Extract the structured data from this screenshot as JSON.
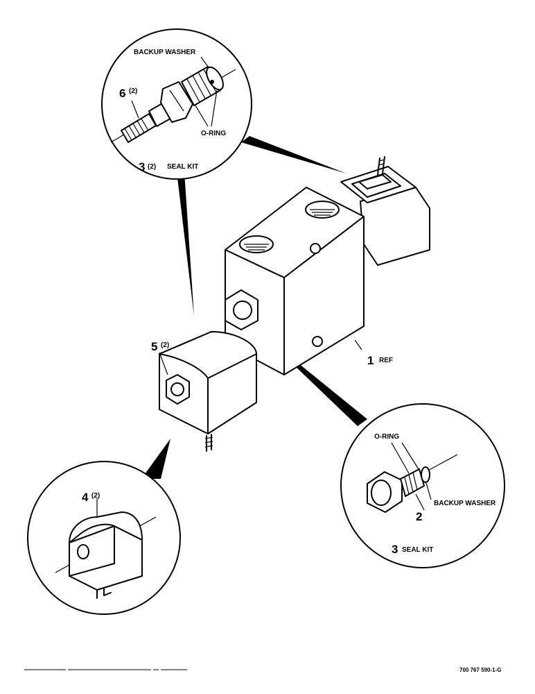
{
  "callouts": {
    "top": {
      "backup_washer": "BACKUP WASHER",
      "part_num": "6",
      "part_qty": "(2)",
      "o_ring": "O-RING",
      "kit_num": "3",
      "kit_qty": "(2)",
      "kit_label": "SEAL KIT"
    },
    "right": {
      "o_ring": "O-RING",
      "backup_washer": "BACKUP WASHER",
      "part_num": "2",
      "kit_num": "3",
      "kit_label": "SEAL KIT"
    },
    "bottom_left": {
      "part_num": "4",
      "part_qty": "(2)"
    }
  },
  "main": {
    "ref_num": "1",
    "ref_label": "REF",
    "nut_num": "5",
    "nut_qty": "(2)"
  },
  "footer": {
    "drawing_id": "700 767 590-1-G"
  }
}
